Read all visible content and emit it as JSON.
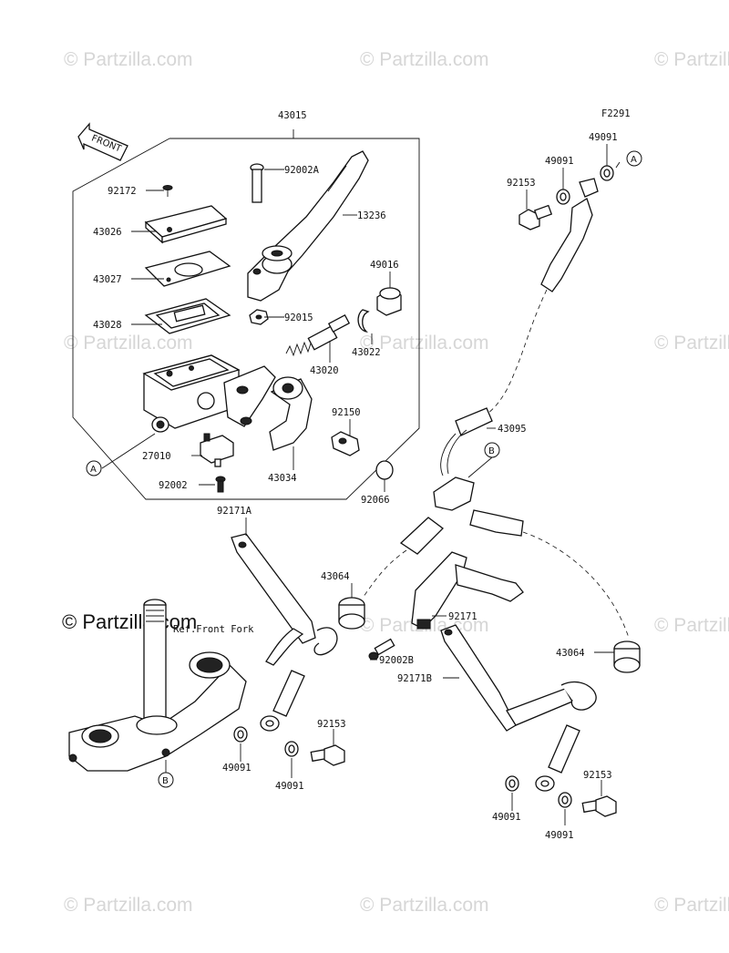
{
  "figure_code": "F2291",
  "watermarks": [
    "© Partzilla.com",
    "© Partzilla.com",
    "© Partzilla.com",
    "© Partzilla.com",
    "© Partzilla.com",
    "© Partzilla.com",
    "© Partzilla.com",
    "© Partzilla.com",
    "© Partzilla.com"
  ],
  "inline_watermark": "© Partzilla.com",
  "front_arrow_label": "FRONT",
  "ref_note": "Ref.Front Fork",
  "ref_markers": {
    "a": "A",
    "b": "B"
  },
  "part_labels": {
    "p43015": "43015",
    "p92172": "92172",
    "p92002a": "92002A",
    "p13236": "13236",
    "p43026": "43026",
    "p43027": "43027",
    "p43028": "43028",
    "p49016": "49016",
    "p92015": "92015",
    "p43022": "43022",
    "p43020": "43020",
    "p92150": "92150",
    "p27010": "27010",
    "p43034": "43034",
    "p92002": "92002",
    "p92066": "92066",
    "p92171a": "92171A",
    "p49091_top1": "49091",
    "p49091_top2": "49091",
    "p92153_top": "92153",
    "p43095": "43095",
    "p43064_left": "43064",
    "p92171": "92171",
    "p92002b": "92002B",
    "p92171b": "92171B",
    "p43064_right": "43064",
    "p92153_mid": "92153",
    "p49091_mid1": "49091",
    "p49091_mid2": "49091",
    "p92153_bot": "92153",
    "p49091_bot1": "49091",
    "p49091_bot2": "49091"
  }
}
